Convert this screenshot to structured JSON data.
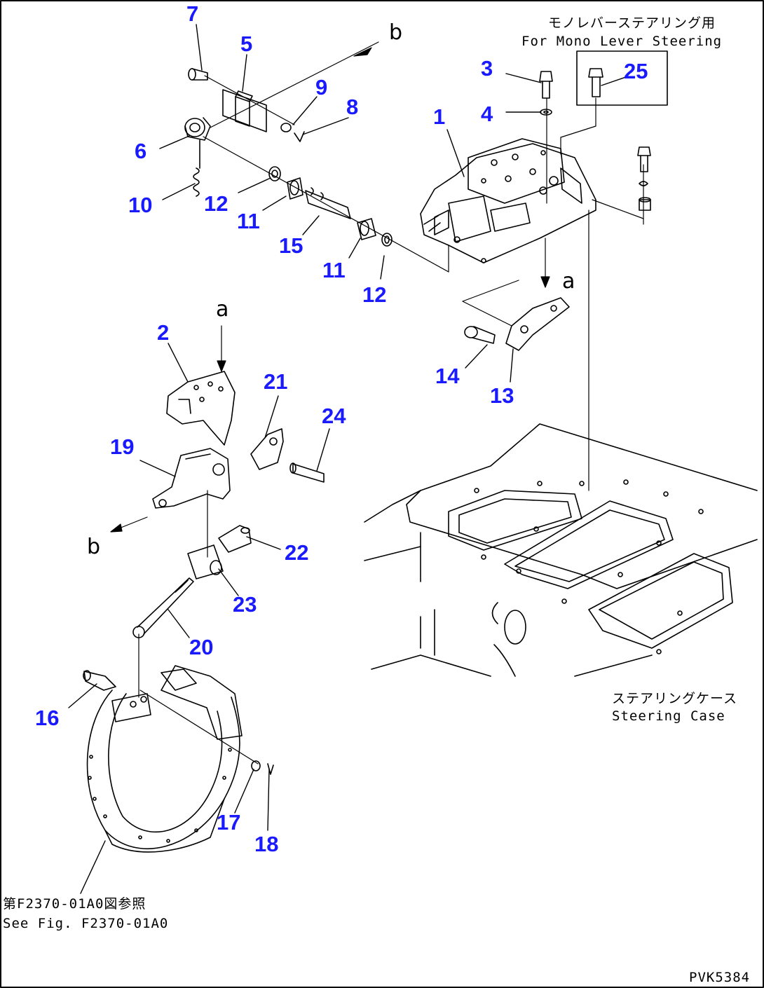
{
  "parts": [
    {
      "key": "n7",
      "number": "7"
    },
    {
      "key": "n5",
      "number": "5"
    },
    {
      "key": "n9",
      "number": "9"
    },
    {
      "key": "n8",
      "number": "8"
    },
    {
      "key": "n6",
      "number": "6"
    },
    {
      "key": "n10",
      "number": "10"
    },
    {
      "key": "n12a",
      "number": "12"
    },
    {
      "key": "n11a",
      "number": "11"
    },
    {
      "key": "n15",
      "number": "15"
    },
    {
      "key": "n11b",
      "number": "11"
    },
    {
      "key": "n12b",
      "number": "12"
    },
    {
      "key": "n1",
      "number": "1"
    },
    {
      "key": "n3",
      "number": "3"
    },
    {
      "key": "n4",
      "number": "4"
    },
    {
      "key": "n25",
      "number": "25"
    },
    {
      "key": "n14",
      "number": "14"
    },
    {
      "key": "n13",
      "number": "13"
    },
    {
      "key": "n2",
      "number": "2"
    },
    {
      "key": "n21",
      "number": "21"
    },
    {
      "key": "n24",
      "number": "24"
    },
    {
      "key": "n19",
      "number": "19"
    },
    {
      "key": "n22",
      "number": "22"
    },
    {
      "key": "n23",
      "number": "23"
    },
    {
      "key": "n20",
      "number": "20"
    },
    {
      "key": "n16",
      "number": "16"
    },
    {
      "key": "n17",
      "number": "17"
    },
    {
      "key": "n18",
      "number": "18"
    }
  ],
  "connectors": {
    "a_top": "a",
    "a_mid": "a",
    "b_top": "b",
    "b_bottom": "b"
  },
  "notes": {
    "mono_lever_jp": "モノレバーステアリング用",
    "mono_lever_en": "For Mono Lever Steering",
    "steering_case_jp": "ステアリングケース",
    "steering_case_en": "Steering Case",
    "see_fig_jp": "第F2370-01A0図参照",
    "see_fig_en": "See Fig. F2370-01A0",
    "drawing_code": "PVK5384"
  },
  "colors": {
    "part_number": "#1a1aff",
    "linework": "#000000",
    "background": "#ffffff"
  }
}
